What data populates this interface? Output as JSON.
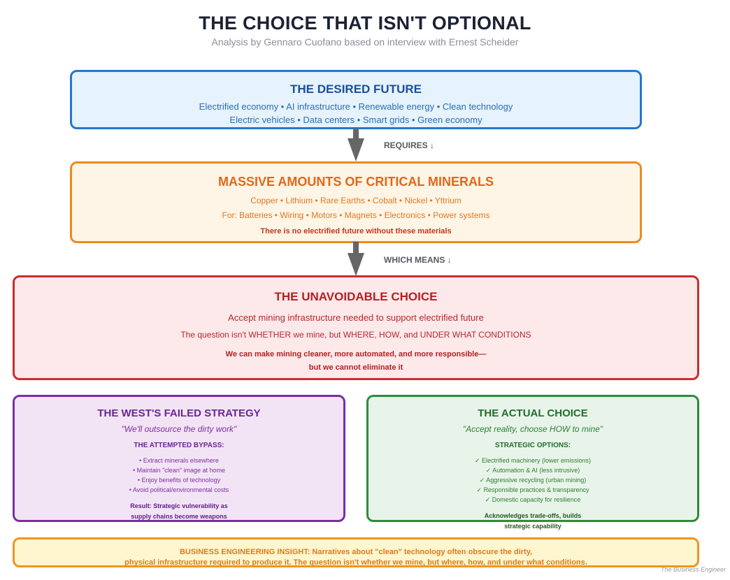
{
  "header": {
    "title": "THE CHOICE THAT ISN'T OPTIONAL",
    "subtitle": "Analysis by Gennaro Cuofano based on interview with Ernest Scheider"
  },
  "desired_future": {
    "title": "THE DESIRED FUTURE",
    "line1": "Electrified economy • AI infrastructure • Renewable energy • Clean technology",
    "line2": "Electric vehicles • Data centers • Smart grids • Green economy"
  },
  "flow1": {
    "label": "REQUIRES ↓"
  },
  "minerals": {
    "title": "MASSIVE AMOUNTS OF CRITICAL MINERALS",
    "line1": "Copper • Lithium • Rare Earths • Cobalt • Nickel • Yttrium",
    "line2": "For: Batteries • Wiring • Motors • Magnets • Electronics • Power systems",
    "emphasis": "There is no electrified future without these materials"
  },
  "flow2": {
    "label": "WHICH MEANS ↓"
  },
  "unavoidable": {
    "title": "THE UNAVOIDABLE CHOICE",
    "line1": "Accept mining infrastructure needed to support electrified future",
    "line2": "The question isn't WHETHER we mine, but WHERE, HOW, and UNDER WHAT CONDITIONS",
    "emphasis1": "We can make mining cleaner, more automated, and more responsible—",
    "emphasis2": "but we cannot eliminate it"
  },
  "west": {
    "title": "THE WEST'S FAILED STRATEGY",
    "quote": "\"We'll outsource the dirty work\"",
    "subheading": "THE ATTEMPTED BYPASS:",
    "items": [
      "• Extract minerals elsewhere",
      "• Maintain \"clean\" image at home",
      "• Enjoy benefits of technology",
      "• Avoid political/environmental costs"
    ],
    "result1": "Result: Strategic vulnerability as",
    "result2": "supply chains become weapons"
  },
  "actual": {
    "title": "THE ACTUAL CHOICE",
    "quote": "\"Accept reality, choose HOW to mine\"",
    "subheading": "STRATEGIC OPTIONS:",
    "items": [
      "✓ Electrified machinery (lower emissions)",
      "✓ Automation & AI (less intrusive)",
      "✓ Aggressive recycling (urban mining)",
      "✓ Responsible practices & transparency",
      "✓ Domestic capacity for resilience"
    ],
    "result1": "Acknowledges trade-offs, builds",
    "result2": "strategic capability"
  },
  "insight": {
    "line1": "BUSINESS ENGINEERING INSIGHT: Narratives about \"clean\" technology often obscure the dirty,",
    "line2": "physical infrastructure required to produce it. The question isn't whether we mine, but where, how, and under what conditions."
  },
  "footer": {
    "credit": "The Business Engineer"
  },
  "colors": {
    "blue": "#2476d2",
    "orange": "#ee8a1e",
    "red": "#c62e2e",
    "purple": "#7a2fa3",
    "green": "#2e8b3a",
    "arrow": "#666666"
  }
}
